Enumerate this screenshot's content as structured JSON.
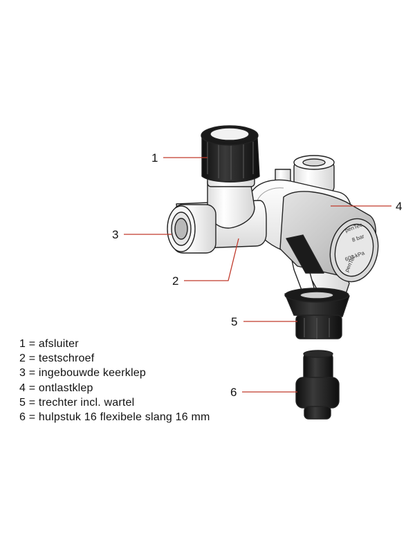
{
  "callouts": [
    {
      "number": "1"
    },
    {
      "number": "2"
    },
    {
      "number": "3"
    },
    {
      "number": "4"
    },
    {
      "number": "5"
    },
    {
      "number": "6"
    }
  ],
  "legend": [
    "1 = afsluiter",
    "2 = testschroef",
    "3 = ingebouwde keerklep",
    "4 = ontlastklep",
    "5 = trechter incl. wartel",
    "6 = hulpstuk 16 flexibele slang 16 mm"
  ],
  "cap_text": {
    "brand": "penTec",
    "pressure": "8 bar",
    "kpa": "600 kPa",
    "brand_bottom": "penTec"
  },
  "colors": {
    "leader_line": "#c0392b",
    "body_metal": "#f3f3f3",
    "cap_grey": "#cfcfcf",
    "dark": "#1c1c1c"
  }
}
